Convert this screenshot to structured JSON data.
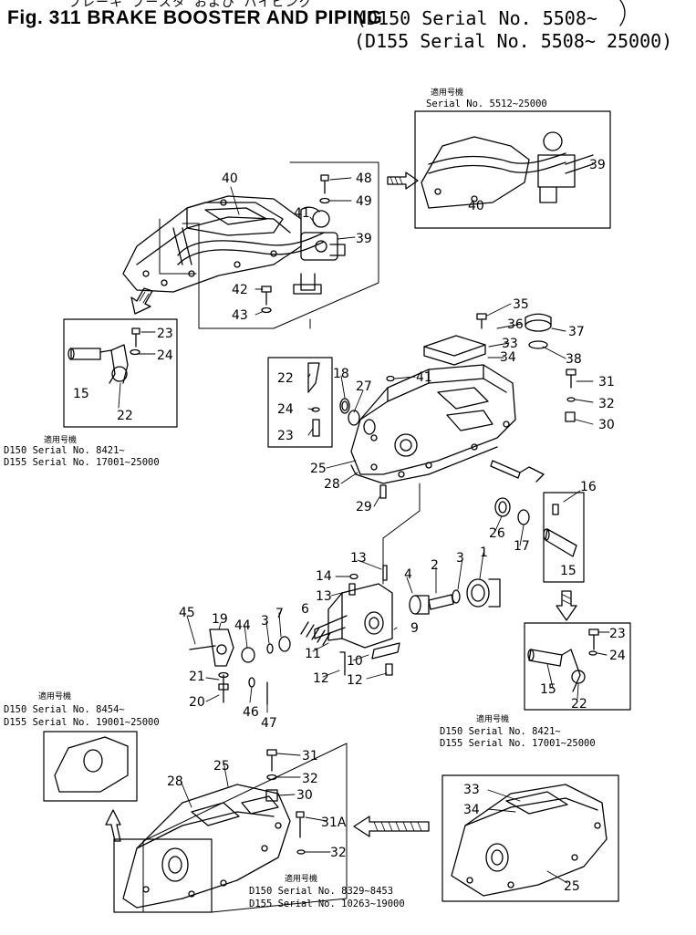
{
  "header": {
    "jp_title": "ブレーキ ブースタ  および パイピング",
    "fig_title": "Fig. 311 BRAKE BOOSTER AND PIPING",
    "serial_line_1": "(D150 Serial No. 5508~",
    "serial_line_2": "(D155 Serial No. 5508~ 25000)",
    "bracket_right": ")"
  },
  "notes": {
    "applicable_jp": "適用号機",
    "top_right_serial": "Serial No. 5512~25000",
    "left_inset_d150": "D150   Serial No. 8421~",
    "left_inset_d155": "D155   Serial No. 17001~25000",
    "right_inset_d150": "D150   Serial No. 8421~",
    "right_inset_d155": "D155   Serial No. 17001~25000",
    "bottom_left_d150": "D150   Serial No. 8454~",
    "bottom_left_d155": "D155   Serial No. 19001~25000",
    "bottom_center_d150": "D150   Serial No. 8329~8453",
    "bottom_center_d155": "D155   Serial No. 10263~19000"
  },
  "part_numbers": {
    "p1": "1",
    "p2": "2",
    "p3": "3",
    "p4": "4",
    "p6": "6",
    "p7": "7",
    "p9": "9",
    "p10": "10",
    "p11": "11",
    "p12": "12",
    "p13": "13",
    "p14": "14",
    "p15": "15",
    "p16": "16",
    "p17": "17",
    "p18": "18",
    "p19": "19",
    "p20": "20",
    "p21": "21",
    "p22": "22",
    "p23": "23",
    "p24": "24",
    "p25": "25",
    "p26": "26",
    "p27": "27",
    "p28": "28",
    "p29": "29",
    "p30": "30",
    "p31": "31",
    "p31a": "31A",
    "p32": "32",
    "p33": "33",
    "p34": "34",
    "p35": "35",
    "p36": "36",
    "p37": "37",
    "p38": "38",
    "p39": "39",
    "p40": "40",
    "p41": "41",
    "p42": "42",
    "p43": "43",
    "p44": "44",
    "p45": "45",
    "p46": "46",
    "p47": "47",
    "p48": "48",
    "p49": "49"
  }
}
